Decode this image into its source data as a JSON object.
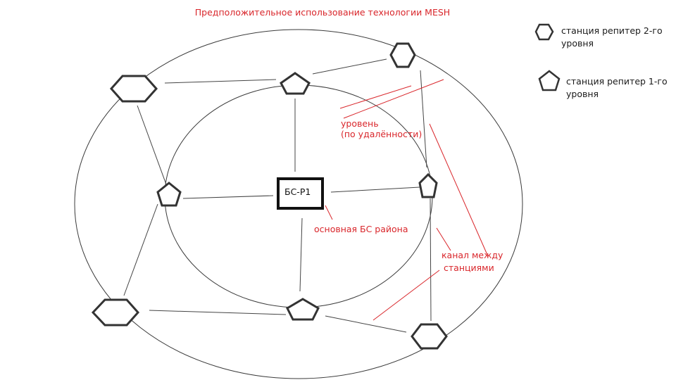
{
  "title": "Предположительное использование технологии MESH",
  "legend": {
    "hex_line1": "станция репитер 2-го",
    "hex_line2": "уровня",
    "pent_line1": "станция репитер 1-го",
    "pent_line2": "уровня"
  },
  "base_station": {
    "label": "БС-Р1",
    "caption": "основная БС района"
  },
  "level_note": {
    "line1": "уровень",
    "line2": "(по удалённости)"
  },
  "channel_note": {
    "line1": "канал между",
    "line2": "станциями"
  },
  "colors": {
    "annotation": "#d9262b",
    "shape_stroke": "#333333",
    "line": "#444444"
  }
}
